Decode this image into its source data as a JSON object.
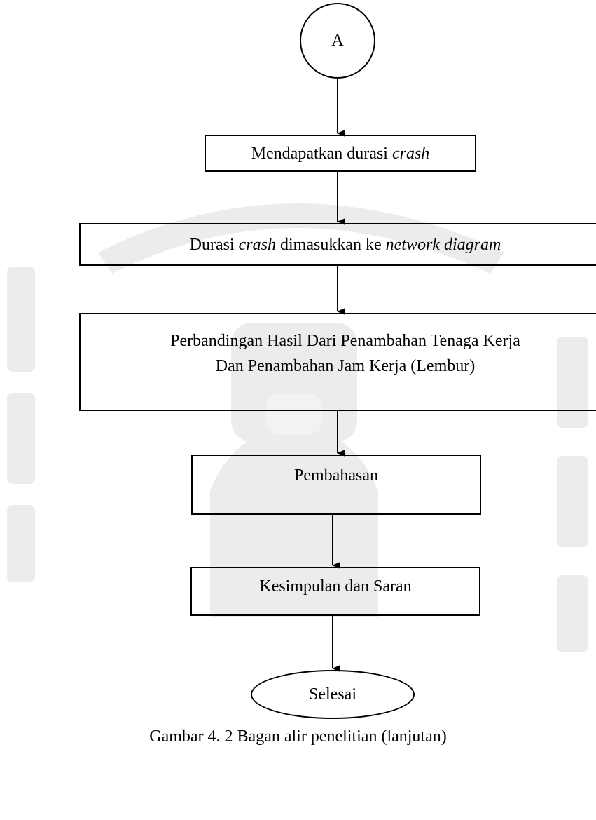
{
  "connector": {
    "label": "A"
  },
  "steps": [
    {
      "id": "crash_duration",
      "parts": [
        {
          "text": "Mendapatkan durasi ",
          "italic": false
        },
        {
          "text": "crash",
          "italic": true
        }
      ]
    },
    {
      "id": "network_diagram",
      "parts": [
        {
          "text": "Durasi ",
          "italic": false
        },
        {
          "text": "crash",
          "italic": true
        },
        {
          "text": " dimasukkan ke ",
          "italic": false
        },
        {
          "text": "network diagram",
          "italic": true
        }
      ]
    },
    {
      "id": "comparison",
      "lines": [
        "Perbandingan Hasil Dari Penambahan Tenaga Kerja",
        "Dan Penambahan Jam Kerja (Lembur)"
      ]
    },
    {
      "id": "discussion",
      "text": "Pembahasan"
    },
    {
      "id": "conclusion",
      "text": "Kesimpulan dan Saran"
    }
  ],
  "end": {
    "label": "Selesai"
  },
  "caption": "Gambar 4. 2 Bagan alir penelitian (lanjutan)",
  "colors": {
    "line": "#000000",
    "watermark": "#e6e6e6"
  }
}
